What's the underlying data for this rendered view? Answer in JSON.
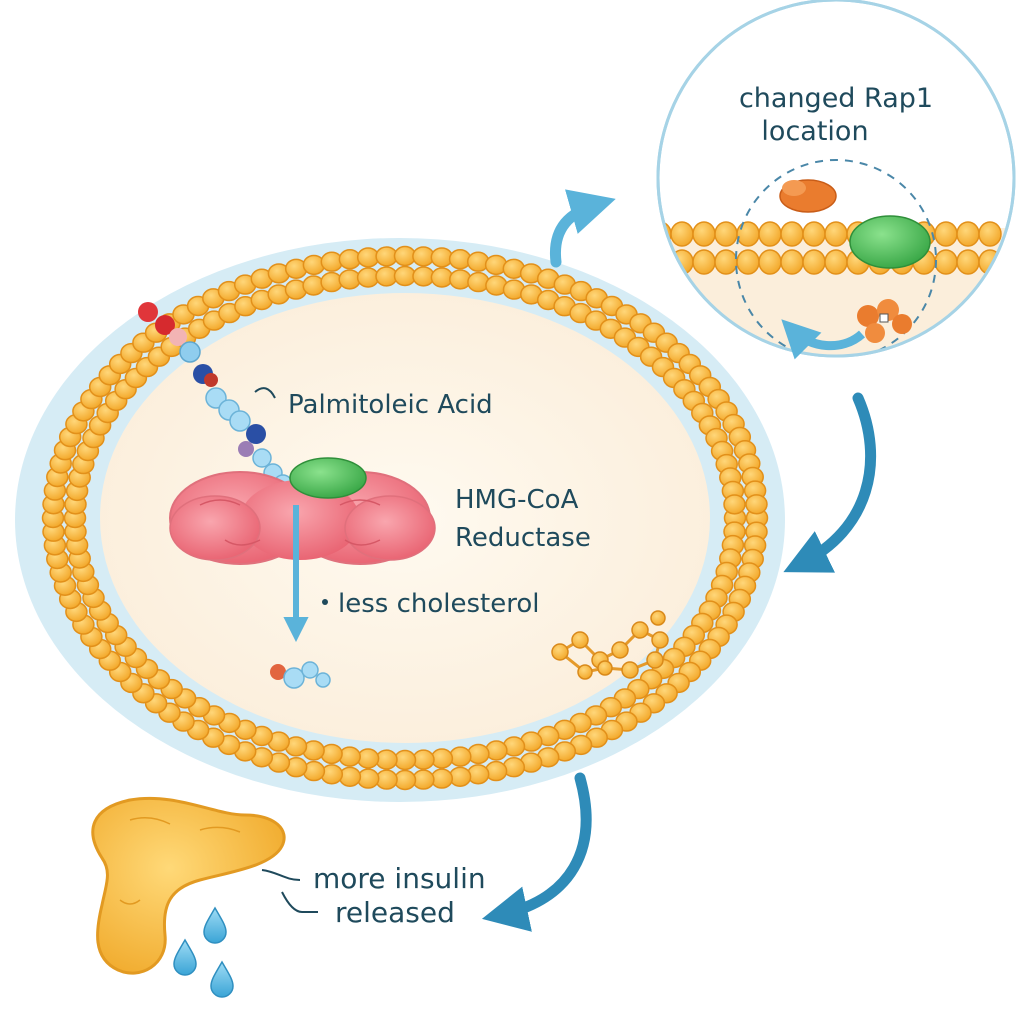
{
  "labels": {
    "palmitoleic": "Palmitoleic Acid",
    "hmg_line1": "HMG-CoA",
    "hmg_line2": "Reductase",
    "cholesterol": "less cholesterol",
    "rap1_line1": "changed Rap1",
    "rap1_line2": "location",
    "insulin_line1": "more insulin",
    "insulin_line2": "released"
  },
  "colors": {
    "cell_halo": "#d6ecf5",
    "cytoplasm": "#fdf3e3",
    "membrane_bead": "#f6b93b",
    "membrane_stroke": "#e2901a",
    "enzyme": "#f27d8a",
    "green_protein": "#4fc05a",
    "rap1": "#ea7c2e",
    "arrow": "#2e8bb8",
    "pancreas": "#f8c24a",
    "text": "#1f4a5c"
  },
  "icons": {
    "fatty_acid": "fatty-acid-chain-icon",
    "enzyme": "hmg-coa-reductase-enzyme-icon",
    "green_protein": "green-protein-icon",
    "cholesterol": "cholesterol-molecule-icon",
    "pancreas": "pancreas-icon",
    "droplets": "insulin-droplet-icon",
    "rap1": "rap1-protein-icon"
  }
}
